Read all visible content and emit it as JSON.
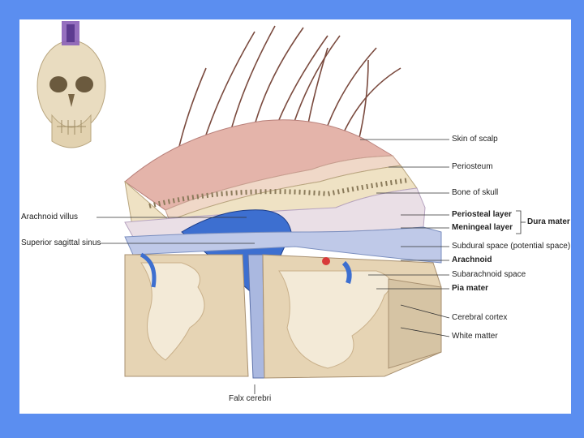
{
  "labels": {
    "skin_of_scalp": "Skin of scalp",
    "periosteum": "Periosteum",
    "bone_of_skull": "Bone of skull",
    "periosteal_layer": "Periosteal layer",
    "meningeal_layer": "Meningeal layer",
    "dura_mater": "Dura mater",
    "subdural_space": "Subdural space (potential space)",
    "arachnoid": "Arachnoid",
    "subarachnoid_space": "Subarachnoid space",
    "pia_mater": "Pia mater",
    "cerebral_cortex": "Cerebral cortex",
    "white_matter": "White matter",
    "arachnoid_villus": "Arachnoid villus",
    "superior_sagittal_sinus": "Superior sagittal sinus",
    "falx_cerebri": "Falx cerebri"
  },
  "colors": {
    "background": "#5b8ef0",
    "skin": "#e4b4aa",
    "bone": "#efe2c4",
    "dura": "#c8b8d8",
    "sinus": "#3d6fd0",
    "brain": "#e6d4b4",
    "white_matter": "#f3ead7"
  },
  "icons": {
    "skull_thumbnail": "skull-icon"
  }
}
